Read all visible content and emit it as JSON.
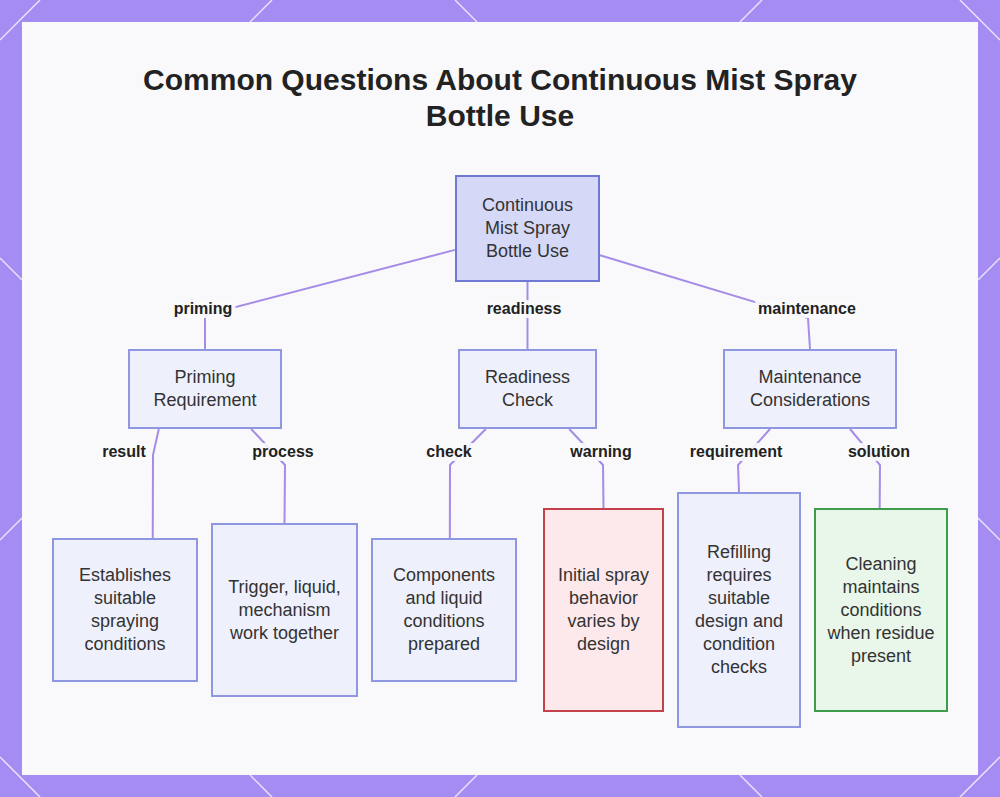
{
  "diagram": {
    "title": "Common Questions About Continuous Mist Spray Bottle Use",
    "nodes": [
      {
        "text": [
          "Continuous Mist Spray Bottle Use"
        ]
      },
      {
        "text": [
          "Priming Requirement"
        ]
      },
      {
        "text": [
          "Readiness Check"
        ]
      },
      {
        "text": [
          "Maintenance Considerations"
        ]
      },
      {
        "text": [
          "Establishes suitable spraying conditions"
        ]
      },
      {
        "text": [
          "Trigger, liquid, mechanism work together"
        ]
      },
      {
        "text": [
          "Components and liquid conditions prepared"
        ]
      },
      {
        "text": [
          "Initial spray behavior varies by design"
        ]
      },
      {
        "text": [
          "Refilling requires suitable design and condition checks"
        ]
      },
      {
        "text": [
          "Cleaning maintains conditions when residue present"
        ]
      }
    ],
    "edges": [
      {
        "from": 0,
        "to": 1,
        "label": "priming",
        "arrow": "none"
      },
      {
        "from": 0,
        "to": 2,
        "label": "readiness",
        "arrow": "none"
      },
      {
        "from": 0,
        "to": 3,
        "label": "maintenance",
        "arrow": "none"
      },
      {
        "from": 1,
        "to": 4,
        "label": "result",
        "arrow": "none"
      },
      {
        "from": 1,
        "to": 5,
        "label": "process",
        "arrow": "none"
      },
      {
        "from": 2,
        "to": 6,
        "label": "check",
        "arrow": "none"
      },
      {
        "from": 2,
        "to": 7,
        "label": "warning",
        "arrow": "none"
      },
      {
        "from": 3,
        "to": 8,
        "label": "requirement",
        "arrow": "none"
      },
      {
        "from": 3,
        "to": 9,
        "label": "solution",
        "arrow": "none"
      }
    ]
  }
}
